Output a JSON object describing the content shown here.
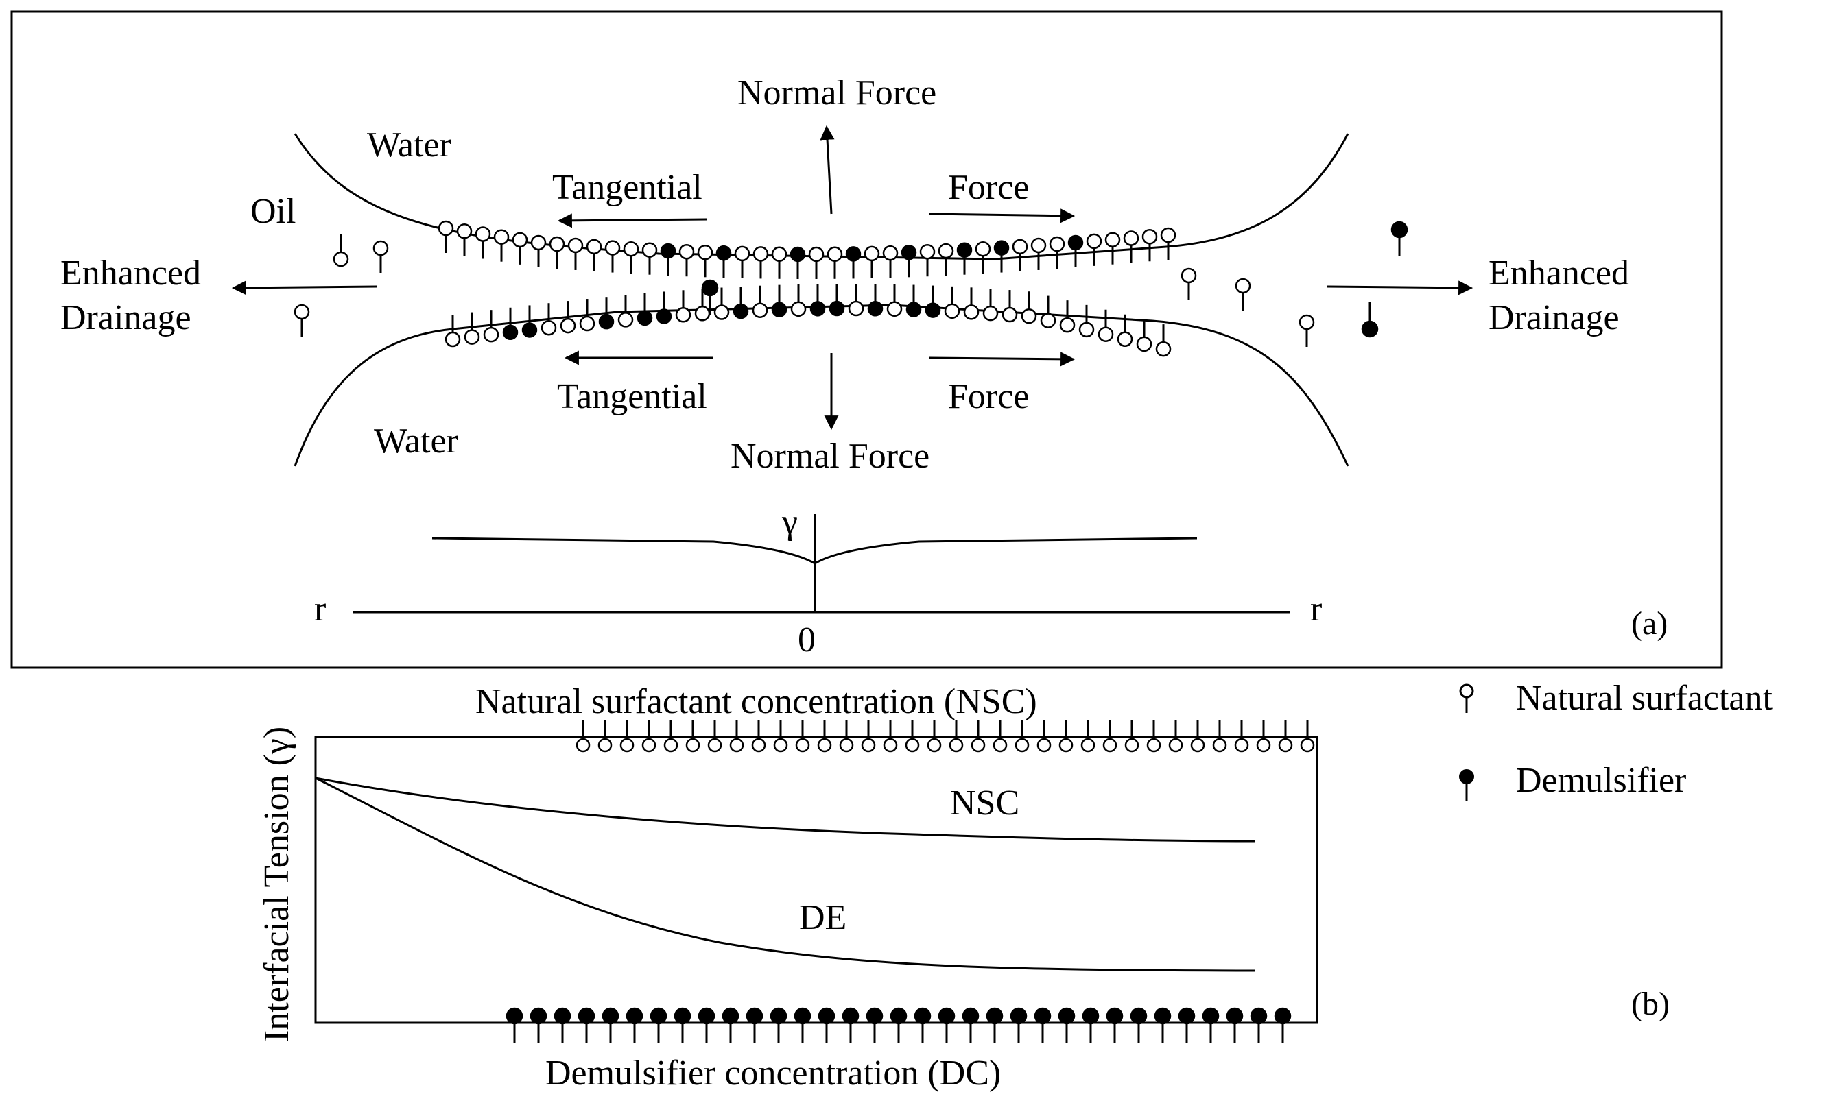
{
  "panel_a": {
    "label": "(a)",
    "water_top": "Water",
    "water_bottom": "Water",
    "oil": "Oil",
    "normal_force_top": "Normal Force",
    "normal_force_bottom": "Normal Force",
    "tangential_top": "Tangential",
    "tangential_bottom": "Tangential",
    "force_top": "Force",
    "force_bottom": "Force",
    "drainage_left": [
      "Enhanced",
      "Drainage"
    ],
    "drainage_right": [
      "Enhanced",
      "Drainage"
    ],
    "gamma_axis": "γ",
    "r_left": "r",
    "r_right": "r",
    "origin": "0"
  },
  "panel_b": {
    "label": "(b)",
    "top_axis_label": "Natural surfactant concentration (NSC)",
    "bottom_axis_label": "Demulsifier concentration (DC)",
    "y_axis_label": "Interfacial Tension (γ)",
    "curve_nsc": "NSC",
    "curve_de": "DE"
  },
  "legend": {
    "natural_surfactant": "Natural surfactant",
    "demulsifier": "Demulsifier"
  }
}
